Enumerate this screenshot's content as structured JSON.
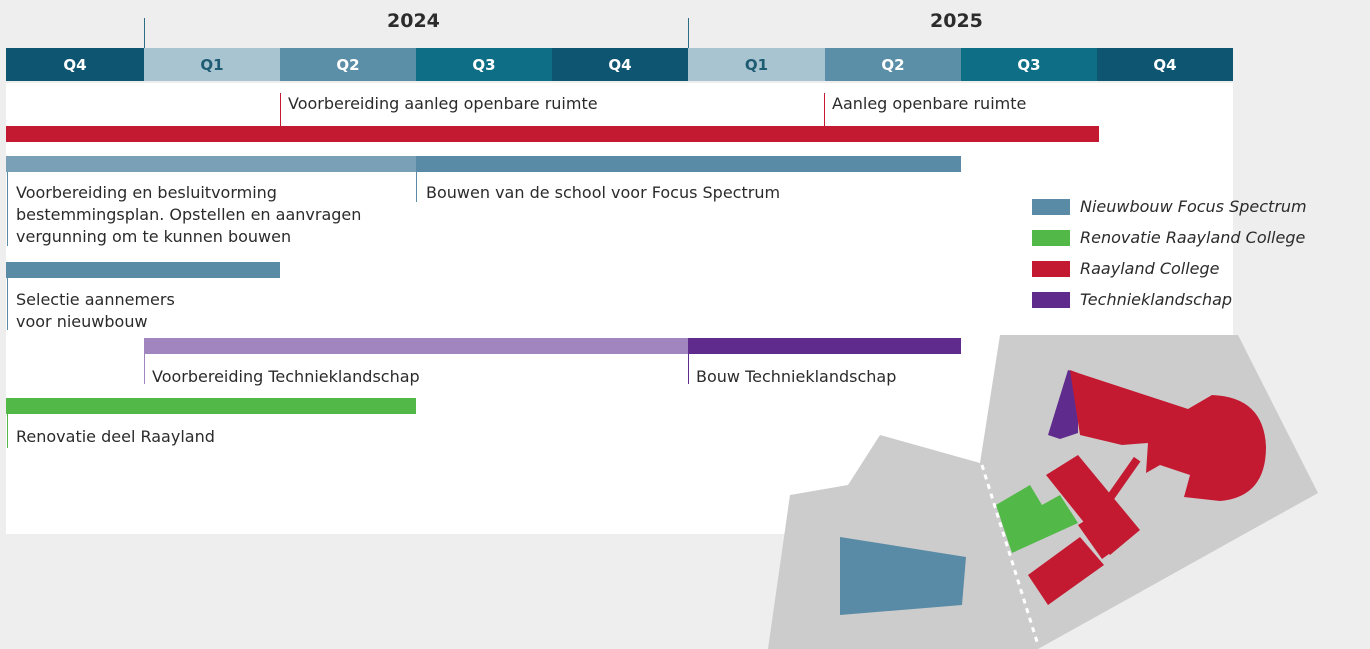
{
  "years": [
    "2024",
    "2025"
  ],
  "quarters": [
    {
      "label": "Q4",
      "bg": "#0d5570",
      "fg": "#ffffff"
    },
    {
      "label": "Q1",
      "bg": "#a8c4d0",
      "fg": "#1d5c72"
    },
    {
      "label": "Q2",
      "bg": "#5b8fa8",
      "fg": "#ffffff"
    },
    {
      "label": "Q3",
      "bg": "#0e6e86",
      "fg": "#ffffff"
    },
    {
      "label": "Q4",
      "bg": "#0d5570",
      "fg": "#ffffff"
    },
    {
      "label": "Q1",
      "bg": "#a8c4d0",
      "fg": "#1d5c72"
    },
    {
      "label": "Q2",
      "bg": "#5b8fa8",
      "fg": "#ffffff"
    },
    {
      "label": "Q3",
      "bg": "#0e6e86",
      "fg": "#ffffff"
    },
    {
      "label": "Q4",
      "bg": "#0d5570",
      "fg": "#ffffff"
    }
  ],
  "labels": {
    "raayland_prep": "Voorbereiding aanleg openbare ruimte",
    "raayland_build": "Aanleg openbare ruimte",
    "focus_prep_line1": "Voorbereiding en besluitvorming",
    "focus_prep_line2": "bestemmingsplan. Opstellen en aanvragen",
    "focus_prep_line3": "vergunning om te kunnen bouwen",
    "focus_build": "Bouwen van de school voor Focus Spectrum",
    "contractors_line1": "Selectie aannemers",
    "contractors_line2": "voor nieuwbouw",
    "techniek_prep": "Voorbereiding Technieklandschap",
    "techniek_build": "Bouw Technieklandschap",
    "renovation": "Renovatie deel Raayland"
  },
  "legend": [
    {
      "label": "Nieuwbouw Focus Spectrum",
      "color": "#5a8ba6"
    },
    {
      "label": "Renovatie Raayland College",
      "color": "#52b848"
    },
    {
      "label": "Raayland College",
      "color": "#c41a31"
    },
    {
      "label": "Technieklandschap",
      "color": "#5f2c8e"
    }
  ],
  "colors": {
    "focus": "#5a8ba6",
    "focus_light": "#7aa0b7",
    "renovation": "#52b848",
    "raayland": "#c41a31",
    "techniek": "#5f2c8e",
    "techniek_light": "#a085bf",
    "site": "#cccccc"
  }
}
